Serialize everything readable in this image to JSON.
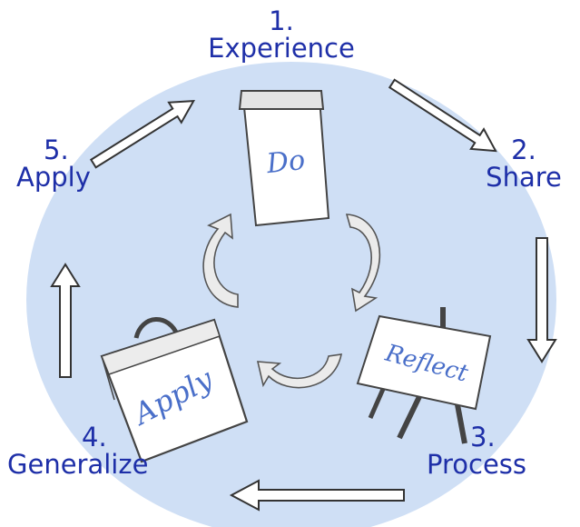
{
  "steps": [
    {
      "number": "1.",
      "label": "Experience"
    },
    {
      "number": "2.",
      "label": "Share"
    },
    {
      "number": "3.",
      "label": "Process"
    },
    {
      "number": "4.",
      "label": "Generalize"
    },
    {
      "number": "5.",
      "label": "Apply"
    }
  ],
  "cards": {
    "do": "Do",
    "reflect": "Reflect",
    "apply": "Apply"
  },
  "colors": {
    "circle": "#cfdff5",
    "text": "#1e2fa8",
    "script": "#4a6fc9",
    "outline": "#333333"
  }
}
